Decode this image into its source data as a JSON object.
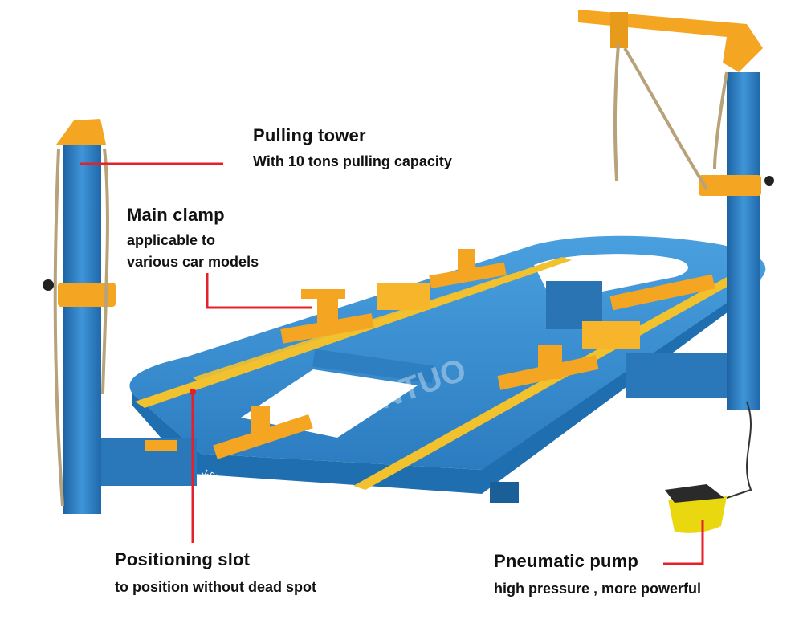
{
  "callouts": {
    "pulling_tower": {
      "title": "Pulling tower",
      "subtitle": "With 10 tons pulling capacity"
    },
    "main_clamp": {
      "title": "Main clamp",
      "subtitle_line1": "applicable to",
      "subtitle_line2": "various car models"
    },
    "positioning_slot": {
      "title": "Positioning slot",
      "subtitle": "to position without dead spot"
    },
    "pneumatic_pump": {
      "title": "Pneumatic pump",
      "subtitle": "high pressure , more powerful"
    }
  },
  "watermark": "XINTUO",
  "model_plate": "J-500",
  "colors": {
    "frame_blue": "#2f86c8",
    "stripe_yellow": "#f2c12e",
    "clamp_orange": "#f4a623",
    "leader_red": "#e4202a"
  }
}
